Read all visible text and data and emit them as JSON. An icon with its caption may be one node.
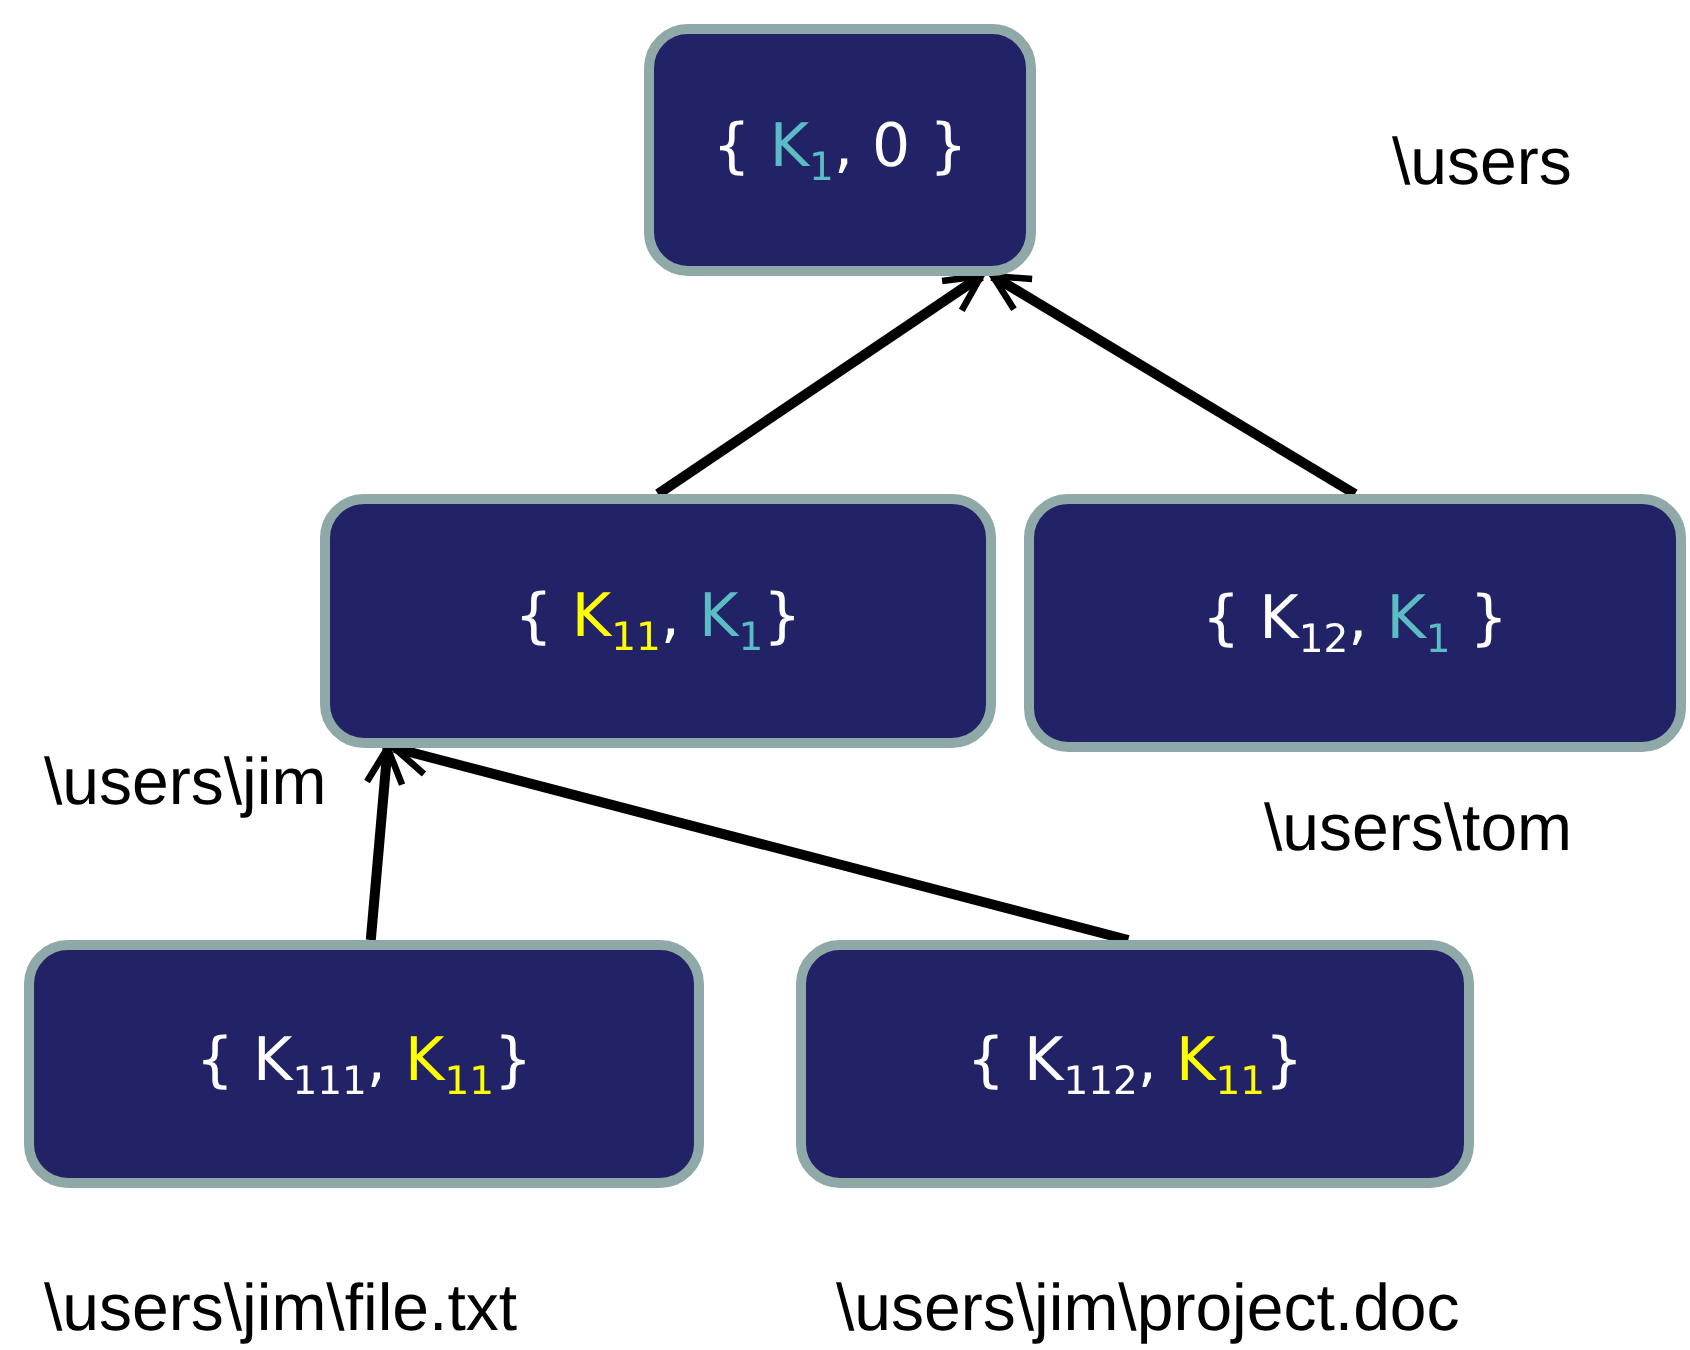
{
  "diagram": {
    "nodes": [
      {
        "text": [
          "{ K$_{1}$, 0 }"
        ]
      },
      {
        "text": [
          "{ K$_{11}$, K$_{1}$}"
        ],
        "beside": [
          "\\users\\jim"
        ]
      },
      {
        "text": [
          "{ K$_{12}$, K$_{1}$ }"
        ],
        "beside": [
          "\\users\\tom"
        ]
      },
      {
        "text": [
          "{ K$_{111}$, K$_{11}$}"
        ],
        "beside": [
          "\\users\\jim\\file.txt"
        ]
      },
      {
        "text": [
          "{ K$_{112}$, K$_{11}$}"
        ],
        "beside": [
          "\\users\\jim\\project.doc"
        ]
      }
    ],
    "edges": [
      {
        "from": 1,
        "to": 0,
        "arrow": "to"
      },
      {
        "from": 2,
        "to": 0,
        "arrow": "to"
      },
      {
        "from": 3,
        "to": 1,
        "arrow": "to"
      },
      {
        "from": 4,
        "to": 1,
        "arrow": "to"
      }
    ],
    "labels": [
      "\\users"
    ]
  }
}
